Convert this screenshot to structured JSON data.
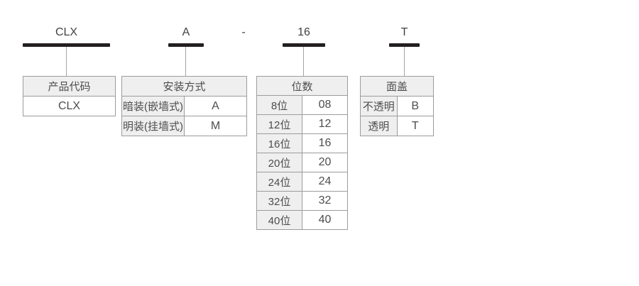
{
  "colors": {
    "bar": "#231f20",
    "border": "#9c9c9c",
    "header_bg": "#f0eff0",
    "text": "#4d4d4d",
    "label_text": "#424245",
    "connector": "#a9a2a3"
  },
  "code_segments": {
    "product_code": "CLX",
    "mounting": "A",
    "separator": "-",
    "ways": "16",
    "cover": "T"
  },
  "tables": {
    "product_code": {
      "header": "产品代码",
      "rows": [
        {
          "label": "CLX"
        }
      ]
    },
    "mounting": {
      "header": "安装方式",
      "rows": [
        {
          "label": "暗装(嵌墙式)",
          "code": "A"
        },
        {
          "label": "明装(挂墙式)",
          "code": "M"
        }
      ]
    },
    "ways": {
      "header": "位数",
      "rows": [
        {
          "label": "8位",
          "code": "08"
        },
        {
          "label": "12位",
          "code": "12"
        },
        {
          "label": "16位",
          "code": "16"
        },
        {
          "label": "20位",
          "code": "20"
        },
        {
          "label": "24位",
          "code": "24"
        },
        {
          "label": "32位",
          "code": "32"
        },
        {
          "label": "40位",
          "code": "40"
        }
      ]
    },
    "cover": {
      "header": "面盖",
      "rows": [
        {
          "label": "不透明",
          "code": "B"
        },
        {
          "label": "透明",
          "code": "T"
        }
      ]
    }
  }
}
